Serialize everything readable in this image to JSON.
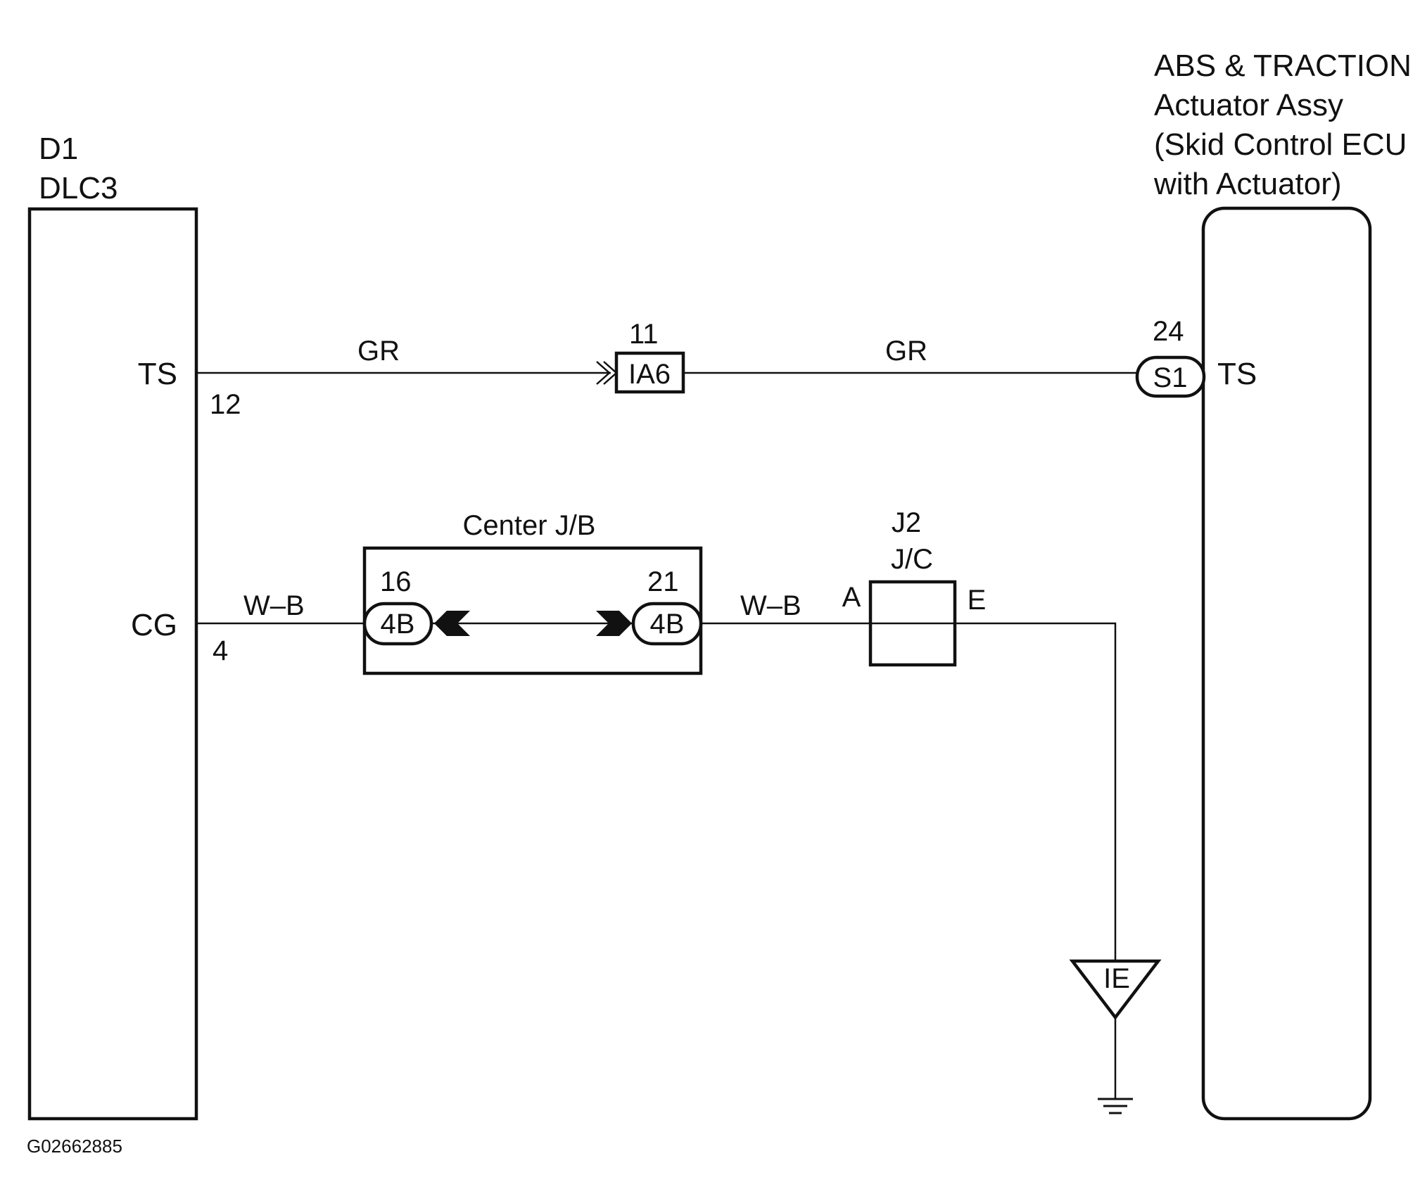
{
  "dlc3": {
    "id": "D1",
    "name": "DLC3",
    "pin_ts_label": "TS",
    "pin_ts_number": "12",
    "pin_cg_label": "CG",
    "pin_cg_number": "4"
  },
  "ecu": {
    "title_lines": [
      "ABS & TRACTION",
      "Actuator Assy",
      "(Skid Control ECU",
      "with Actuator)"
    ],
    "pin_ts_label": "TS",
    "pin_ts_number": "24",
    "connector": "S1"
  },
  "wire_ts": {
    "color_left": "GR",
    "color_right": "GR",
    "junction_connector": "IA6",
    "junction_pin": "11"
  },
  "center_jb": {
    "title": "Center J/B",
    "left_pin": "16",
    "left_connector": "4B",
    "right_pin": "21",
    "right_connector": "4B"
  },
  "wire_cg": {
    "color_left": "W–B",
    "color_right": "W–B"
  },
  "jc": {
    "id": "J2",
    "name": "J/C",
    "terminal_in": "A",
    "terminal_out": "E"
  },
  "ground": {
    "label": "IE"
  },
  "figure_id": "G02662885"
}
